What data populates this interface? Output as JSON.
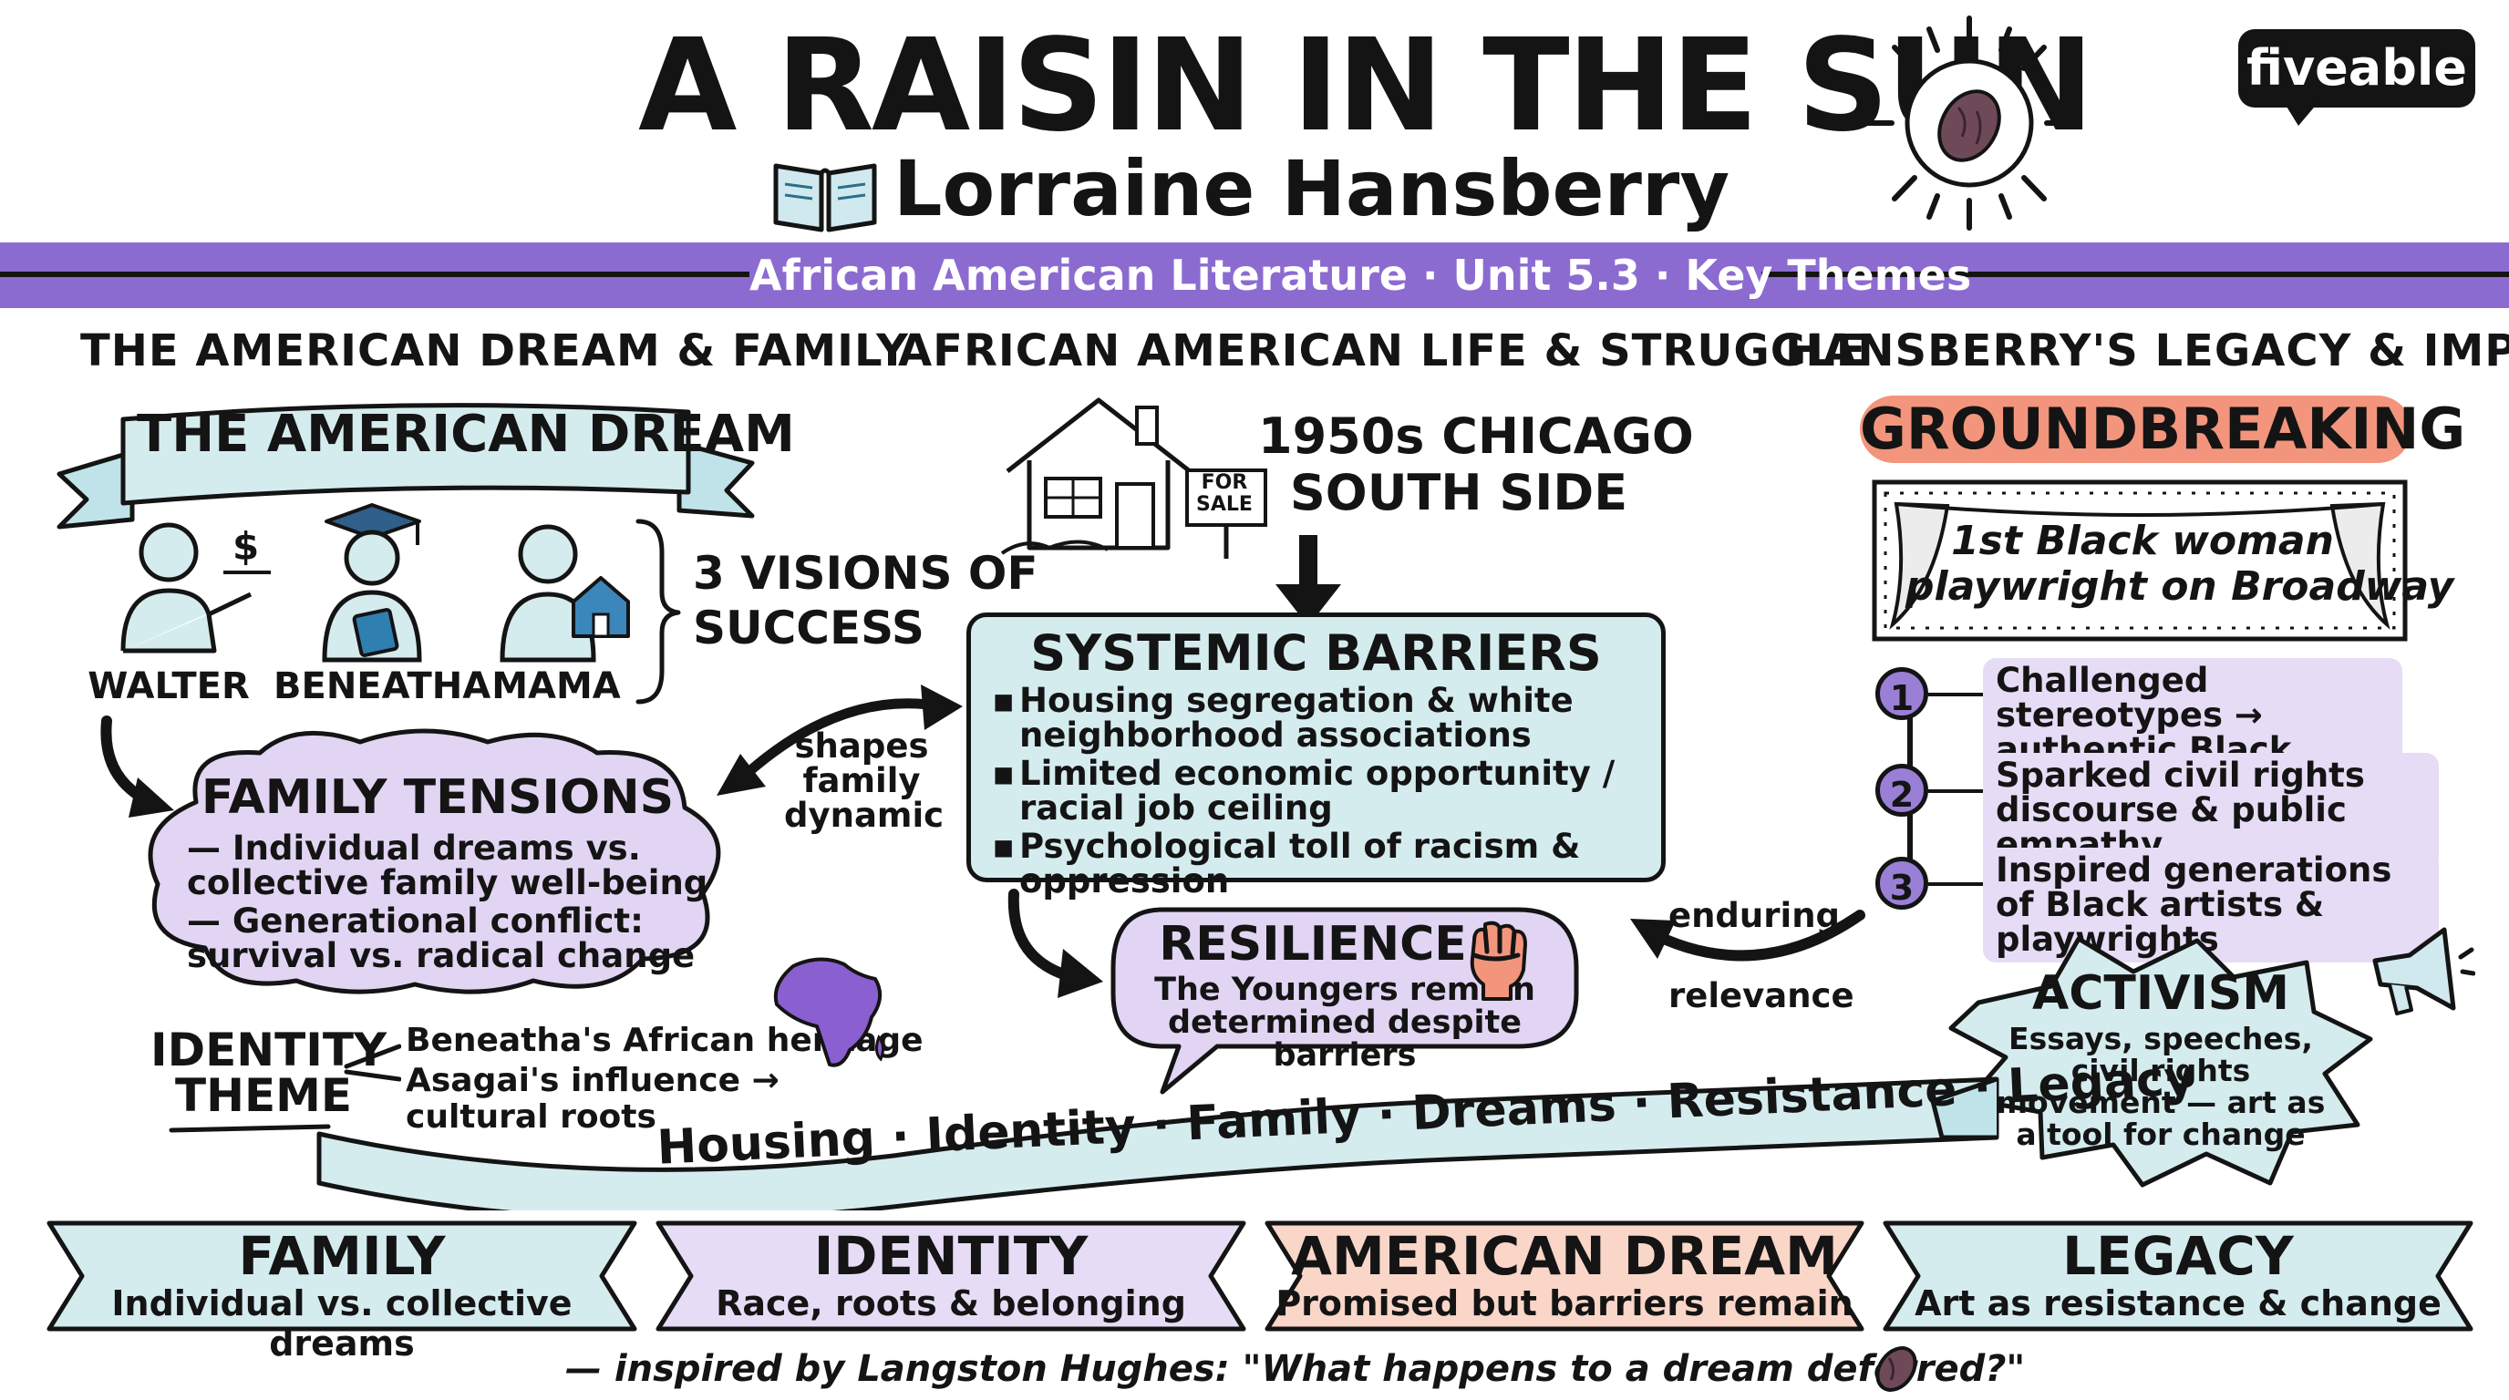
{
  "header": {
    "title": "A RAISIN IN THE SUN",
    "author": "Lorraine Hansberry",
    "band": "African American Literature · Unit 5.3 · Key Themes",
    "logo": "fiveable"
  },
  "icons": [
    "book-icon",
    "sun-raisin-icon",
    "house-icon",
    "for-sale-sign-icon",
    "fist-icon",
    "africa-map-icon",
    "megaphone-icon",
    "theater-curtain-icon",
    "raisin-icon"
  ],
  "colors": {
    "purple": "#8c6bd1",
    "lavender": "#e6dcf5",
    "aqua": "#d5ecef",
    "peach": "#f9d6c8",
    "coral": "#f2957c"
  },
  "columns": {
    "left": "THE AMERICAN DREAM & FAMILY",
    "middle": "AFRICAN AMERICAN LIFE & STRUGGLE",
    "right": "HANSBERRY'S LEGACY & IMPACT"
  },
  "left": {
    "banner": "THE AMERICAN DREAM",
    "characters": [
      "WALTER",
      "BENEATHA",
      "MAMA"
    ],
    "dollar_sign": "$",
    "visions_line1": "3 VISIONS OF",
    "visions_line2": "SUCCESS",
    "tensions_title": "FAMILY TENSIONS",
    "tensions_items": [
      "— Individual dreams vs. collective family well-being",
      "— Generational conflict: survival vs. radical change"
    ],
    "identity_line1": "IDENTITY",
    "identity_line2": "THEME",
    "identity_items": [
      "Beneatha's African heritage",
      "Asagai's influence → cultural roots"
    ]
  },
  "middle": {
    "for_sale": "FOR SALE",
    "location_line1": "1950s CHICAGO",
    "location_line2": "SOUTH SIDE",
    "barriers_title": "SYSTEMIC BARRIERS",
    "barriers_items": [
      "Housing segregation & white neighborhood associations",
      "Limited economic opportunity / racial job ceiling",
      "Psychological toll of racism & oppression"
    ],
    "shapes_label": "shapes family dynamic",
    "resilience_title": "RESILIENCE",
    "resilience_text": "The Youngers remain determined despite barriers",
    "enduring_label": "enduring",
    "relevance_label": "relevance"
  },
  "right": {
    "groundbreaking": "GROUNDBREAKING",
    "first_line1": "1st Black woman",
    "first_line2": "playwright on Broadway",
    "impacts": [
      {
        "num": "1",
        "text": "Challenged stereotypes → authentic Black portrayal"
      },
      {
        "num": "2",
        "text": "Sparked civil rights discourse & public empathy"
      },
      {
        "num": "3",
        "text": "Inspired generations of Black artists & playwrights"
      }
    ],
    "activism_title": "ACTIVISM",
    "activism_text": "Essays, speeches, civil rights movement — art as a tool for change"
  },
  "ribbon": "Housing · Identity · Family · Dreams · Resistance · Legacy",
  "themes": [
    {
      "title": "FAMILY",
      "sub": "Individual vs. collective dreams",
      "color": "#d5ecef"
    },
    {
      "title": "IDENTITY",
      "sub": "Race, roots & belonging",
      "color": "#e6dcf5"
    },
    {
      "title": "AMERICAN DREAM",
      "sub": "Promised but barriers remain",
      "color": "#f9d6c8"
    },
    {
      "title": "LEGACY",
      "sub": "Art as resistance & change",
      "color": "#d5ecef"
    }
  ],
  "footer": "— inspired by Langston Hughes: \"What happens to a dream deferred?\""
}
